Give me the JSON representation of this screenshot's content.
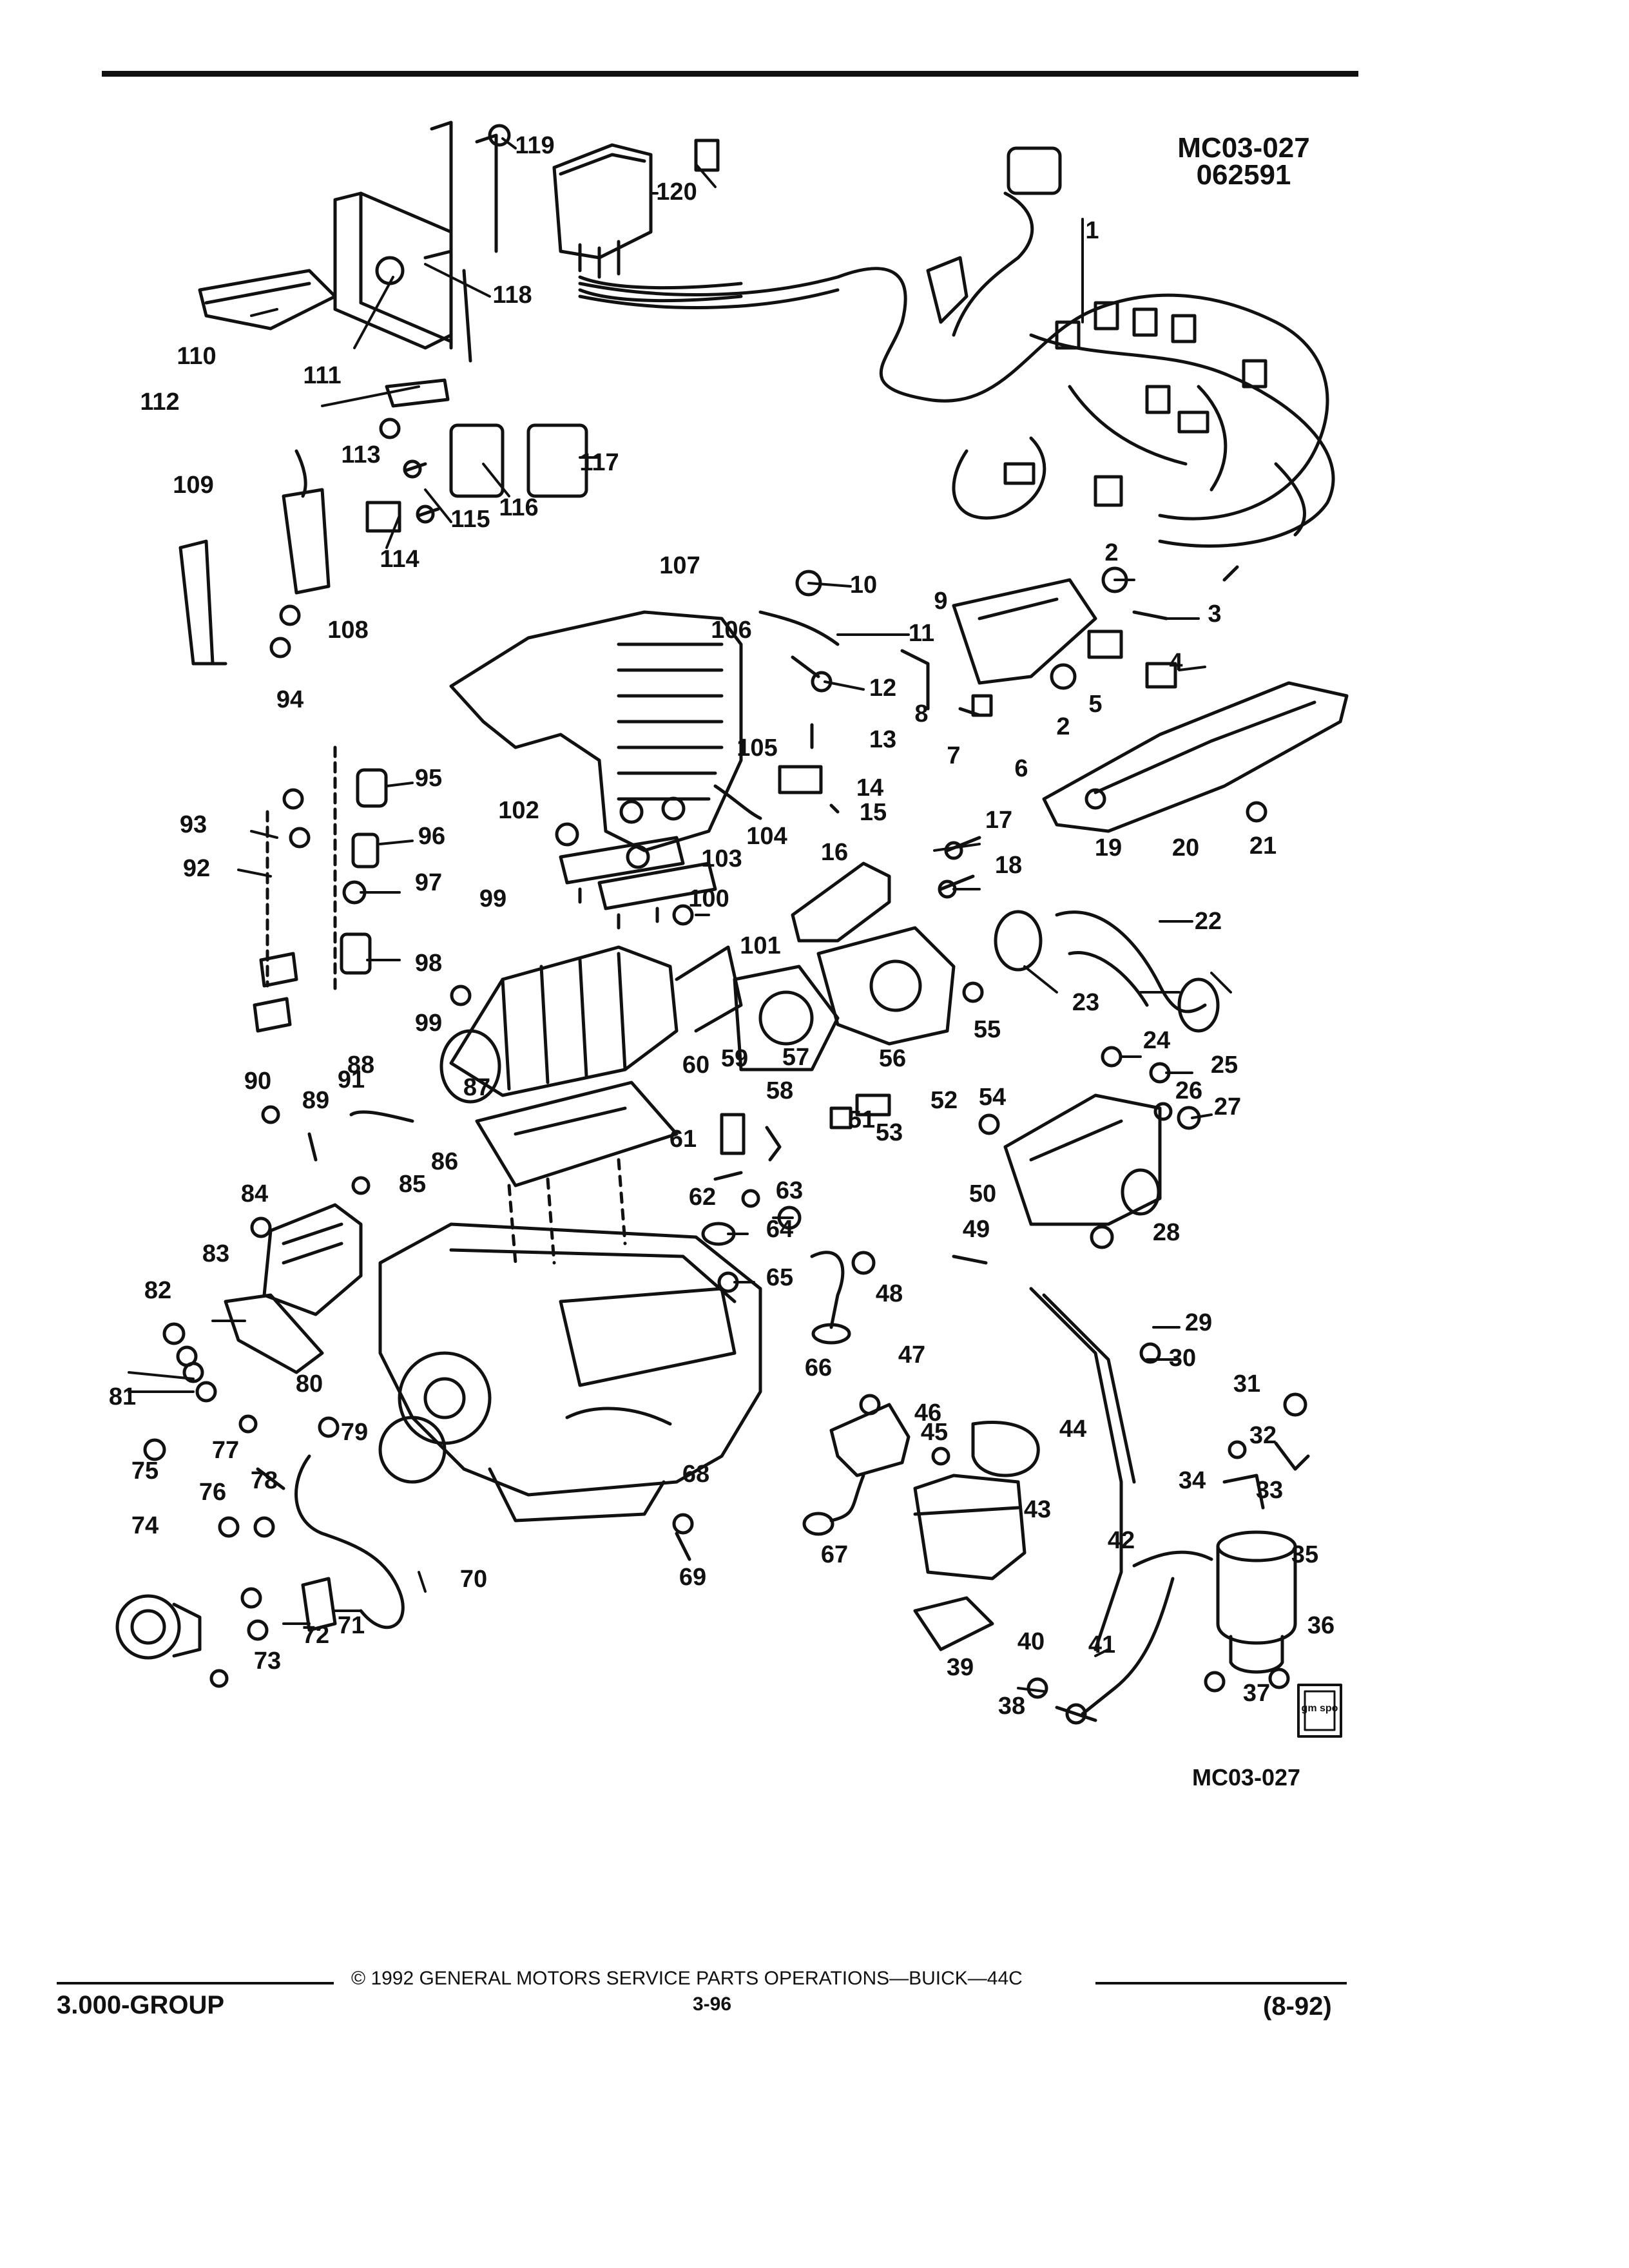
{
  "diagram": {
    "id_code": "MC03-027",
    "date_code": "062591",
    "bottom_code": "MC03-027"
  },
  "footer": {
    "copyright": "© 1992 GENERAL MOTORS SERVICE PARTS OPERATIONS—BUICK—44C",
    "group": "3.000-GROUP",
    "page_number": "3-96",
    "revision": "(8-92)",
    "logo_text": "gm spo"
  },
  "callouts": [
    {
      "label": "1"
    },
    {
      "label": "2"
    },
    {
      "label": "2"
    },
    {
      "label": "3"
    },
    {
      "label": "4"
    },
    {
      "label": "5"
    },
    {
      "label": "6"
    },
    {
      "label": "7"
    },
    {
      "label": "8"
    },
    {
      "label": "9"
    },
    {
      "label": "10"
    },
    {
      "label": "11"
    },
    {
      "label": "12"
    },
    {
      "label": "13"
    },
    {
      "label": "14"
    },
    {
      "label": "15"
    },
    {
      "label": "16"
    },
    {
      "label": "17"
    },
    {
      "label": "18"
    },
    {
      "label": "19"
    },
    {
      "label": "20"
    },
    {
      "label": "21"
    },
    {
      "label": "22"
    },
    {
      "label": "23"
    },
    {
      "label": "24"
    },
    {
      "label": "25"
    },
    {
      "label": "26"
    },
    {
      "label": "27"
    },
    {
      "label": "28"
    },
    {
      "label": "29"
    },
    {
      "label": "30"
    },
    {
      "label": "31"
    },
    {
      "label": "32"
    },
    {
      "label": "33"
    },
    {
      "label": "34"
    },
    {
      "label": "35"
    },
    {
      "label": "36"
    },
    {
      "label": "37"
    },
    {
      "label": "38"
    },
    {
      "label": "39"
    },
    {
      "label": "40"
    },
    {
      "label": "41"
    },
    {
      "label": "42"
    },
    {
      "label": "43"
    },
    {
      "label": "44"
    },
    {
      "label": "45"
    },
    {
      "label": "46"
    },
    {
      "label": "47"
    },
    {
      "label": "48"
    },
    {
      "label": "49"
    },
    {
      "label": "50"
    },
    {
      "label": "51"
    },
    {
      "label": "52"
    },
    {
      "label": "53"
    },
    {
      "label": "54"
    },
    {
      "label": "55"
    },
    {
      "label": "56"
    },
    {
      "label": "57"
    },
    {
      "label": "58"
    },
    {
      "label": "59"
    },
    {
      "label": "60"
    },
    {
      "label": "61"
    },
    {
      "label": "62"
    },
    {
      "label": "63"
    },
    {
      "label": "64"
    },
    {
      "label": "65"
    },
    {
      "label": "66"
    },
    {
      "label": "67"
    },
    {
      "label": "68"
    },
    {
      "label": "69"
    },
    {
      "label": "70"
    },
    {
      "label": "71"
    },
    {
      "label": "72"
    },
    {
      "label": "73"
    },
    {
      "label": "74"
    },
    {
      "label": "75"
    },
    {
      "label": "76"
    },
    {
      "label": "77"
    },
    {
      "label": "78"
    },
    {
      "label": "79"
    },
    {
      "label": "80"
    },
    {
      "label": "81"
    },
    {
      "label": "82"
    },
    {
      "label": "83"
    },
    {
      "label": "84"
    },
    {
      "label": "85"
    },
    {
      "label": "86"
    },
    {
      "label": "87"
    },
    {
      "label": "88"
    },
    {
      "label": "89"
    },
    {
      "label": "90"
    },
    {
      "label": "91"
    },
    {
      "label": "92"
    },
    {
      "label": "93"
    },
    {
      "label": "94"
    },
    {
      "label": "95"
    },
    {
      "label": "96"
    },
    {
      "label": "97"
    },
    {
      "label": "98"
    },
    {
      "label": "99"
    },
    {
      "label": "99"
    },
    {
      "label": "100"
    },
    {
      "label": "101"
    },
    {
      "label": "102"
    },
    {
      "label": "103"
    },
    {
      "label": "104"
    },
    {
      "label": "105"
    },
    {
      "label": "106"
    },
    {
      "label": "107"
    },
    {
      "label": "108"
    },
    {
      "label": "109"
    },
    {
      "label": "110"
    },
    {
      "label": "111"
    },
    {
      "label": "112"
    },
    {
      "label": "113"
    },
    {
      "label": "114"
    },
    {
      "label": "115"
    },
    {
      "label": "116"
    },
    {
      "label": "117"
    },
    {
      "label": "118"
    },
    {
      "label": "119"
    },
    {
      "label": "120"
    }
  ]
}
